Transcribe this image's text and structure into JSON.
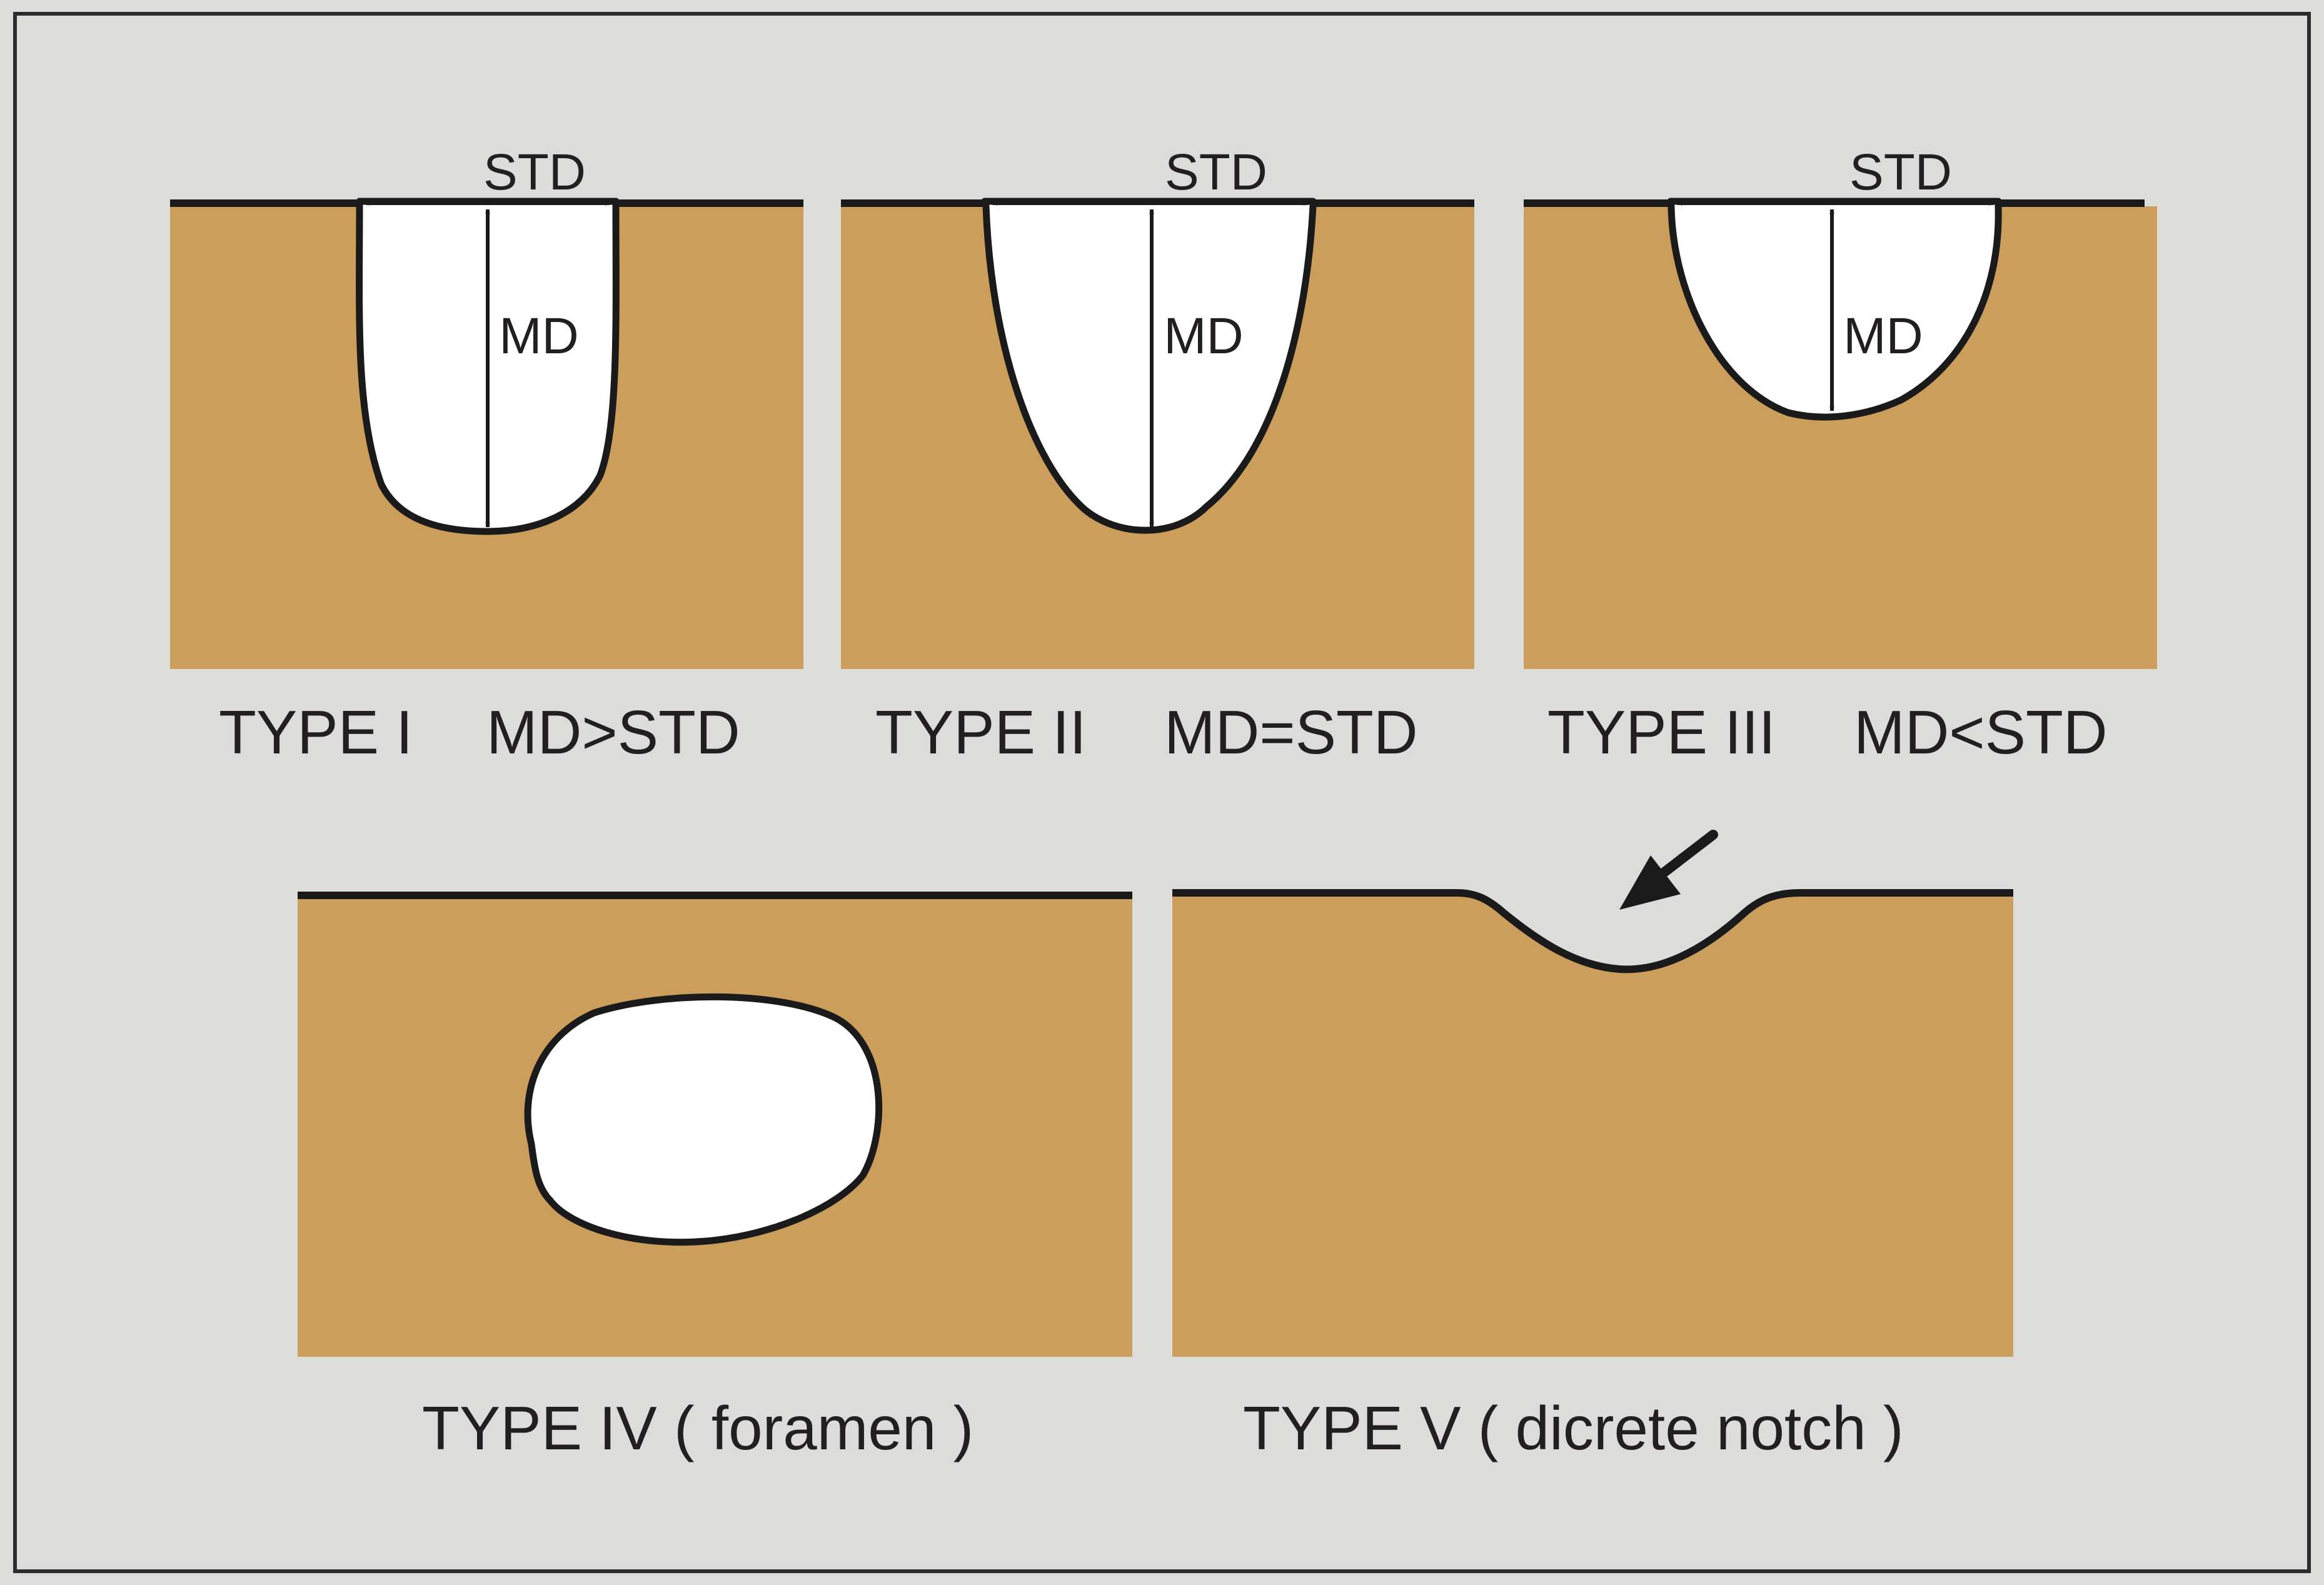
{
  "colors": {
    "background": "#dcdcdb",
    "frame": "#2b2b2b",
    "bone": "#cc9e5c",
    "cavity": "#ffffff",
    "outline": "#1a1a1a"
  },
  "types": {
    "type1": {
      "std": "STD",
      "md": "MD",
      "caption_type": "TYPE I",
      "caption_relation": "MD>STD"
    },
    "type2": {
      "std": "STD",
      "md": "MD",
      "caption_type": "TYPE II",
      "caption_relation": "MD=STD"
    },
    "type3": {
      "std": "STD",
      "md": "MD",
      "caption_type": "TYPE III",
      "caption_relation": "MD<STD"
    },
    "type4": {
      "caption": "TYPE IV ( foramen )"
    },
    "type5": {
      "caption": "TYPE V ( dicrete notch )",
      "pointer": "arrow-icon"
    }
  }
}
